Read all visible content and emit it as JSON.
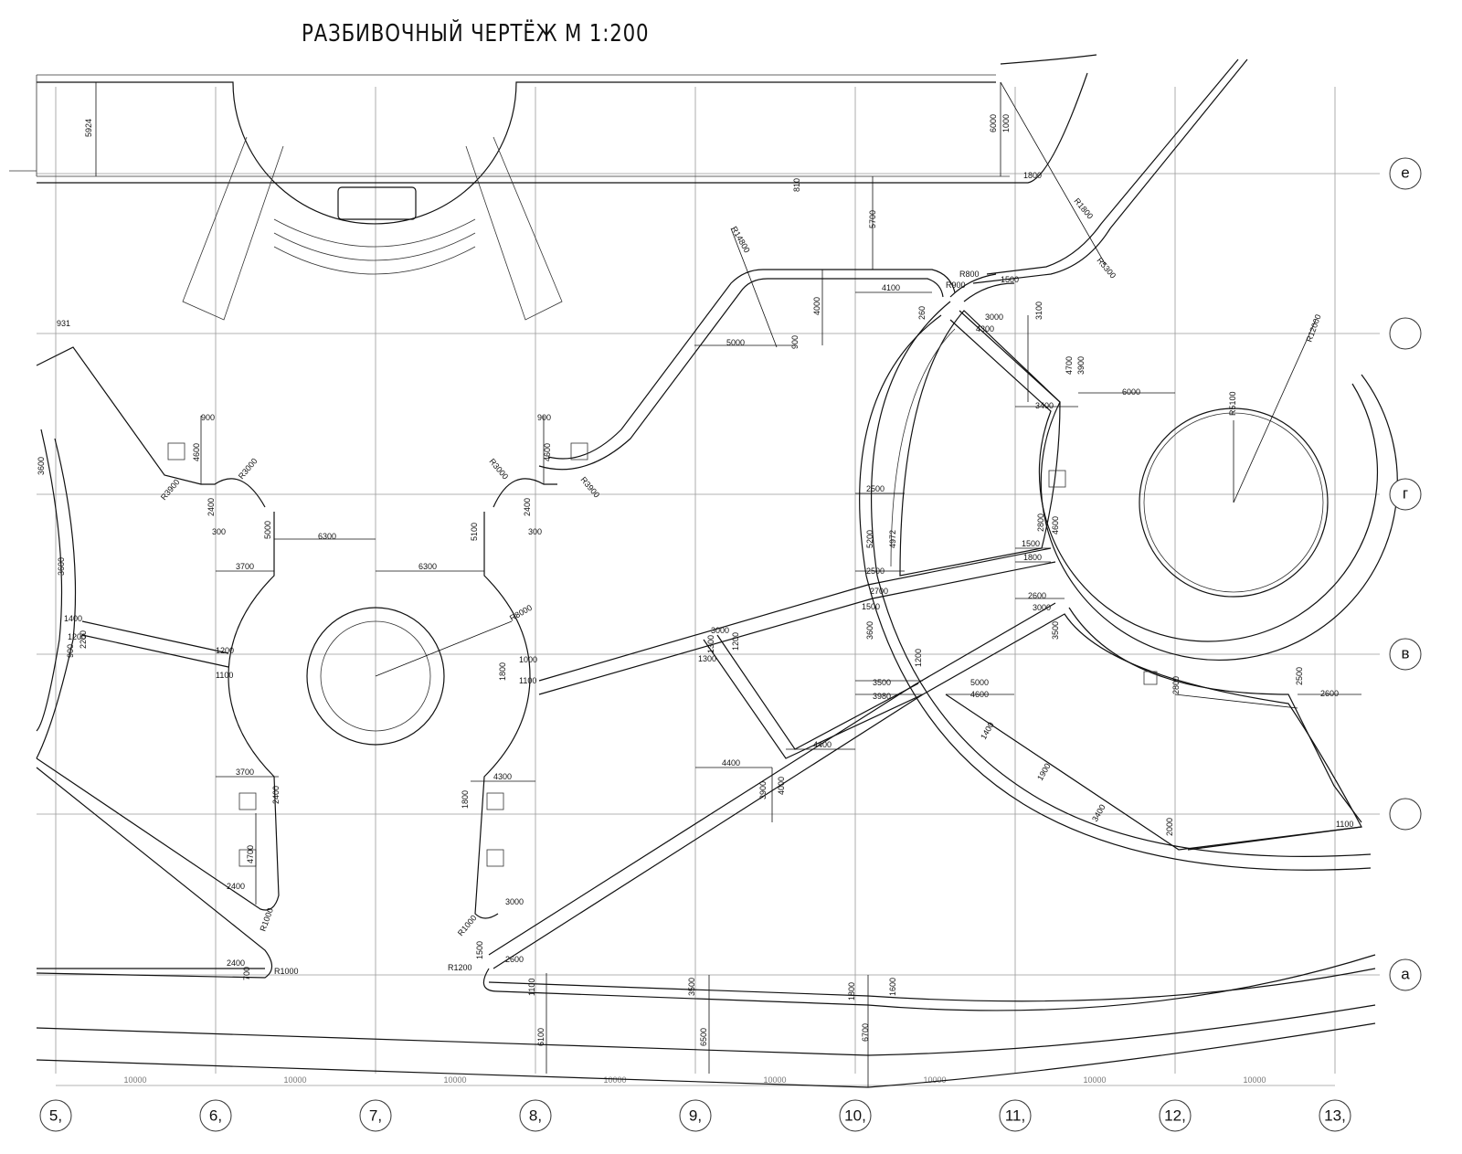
{
  "title": "РАЗБИВОЧНЫЙ ЧЕРТЁЖ М 1:200",
  "column_axes": [
    "5,",
    "6,",
    "7,",
    "8,",
    "9,",
    "10,",
    "11,",
    "12,",
    "13,"
  ],
  "row_axes": [
    "е",
    "",
    "г",
    "в",
    "",
    "а"
  ],
  "span_label": "10000",
  "dimensions": [
    {
      "id": "d5924",
      "text": "5924"
    },
    {
      "id": "d810",
      "text": "810"
    },
    {
      "id": "d5700",
      "text": "5700"
    },
    {
      "id": "d6000",
      "text": "6000"
    },
    {
      "id": "d1000",
      "text": "1000"
    },
    {
      "id": "d1800a",
      "text": "1800"
    },
    {
      "id": "dR1800",
      "text": "R1800"
    },
    {
      "id": "dR5300",
      "text": "R5300"
    },
    {
      "id": "dR14800",
      "text": "R14800"
    },
    {
      "id": "d4100",
      "text": "4100"
    },
    {
      "id": "d4000",
      "text": "4000"
    },
    {
      "id": "dR900",
      "text": "R900"
    },
    {
      "id": "dR800",
      "text": "R800"
    },
    {
      "id": "d1500a",
      "text": "1500"
    },
    {
      "id": "d3000a",
      "text": "3000"
    },
    {
      "id": "d4300a",
      "text": "4300"
    },
    {
      "id": "d3100",
      "text": "3100"
    },
    {
      "id": "d5000a",
      "text": "5000"
    },
    {
      "id": "d900a",
      "text": "900"
    },
    {
      "id": "d260",
      "text": "260"
    },
    {
      "id": "dR12000",
      "text": "R12000"
    },
    {
      "id": "d6000b",
      "text": "6000"
    },
    {
      "id": "d3400",
      "text": "3400"
    },
    {
      "id": "d4700",
      "text": "4700"
    },
    {
      "id": "d3900",
      "text": "3900"
    },
    {
      "id": "dR5100",
      "text": "R5100"
    },
    {
      "id": "d931",
      "text": "931"
    },
    {
      "id": "d900b",
      "text": "900"
    },
    {
      "id": "d4600a",
      "text": "4600"
    },
    {
      "id": "dR3900a",
      "text": "R3900"
    },
    {
      "id": "dR3000a",
      "text": "R3000"
    },
    {
      "id": "d2400a",
      "text": "2400"
    },
    {
      "id": "d300a",
      "text": "300"
    },
    {
      "id": "d5000b",
      "text": "5000"
    },
    {
      "id": "d6300a",
      "text": "6300"
    },
    {
      "id": "d3700a",
      "text": "3700"
    },
    {
      "id": "d6300b",
      "text": "6300"
    },
    {
      "id": "d900c",
      "text": "900"
    },
    {
      "id": "d4600b",
      "text": "4600"
    },
    {
      "id": "dR3000b",
      "text": "R3000"
    },
    {
      "id": "dR3900b",
      "text": "R3900"
    },
    {
      "id": "d2400b",
      "text": "2400"
    },
    {
      "id": "d300b",
      "text": "300"
    },
    {
      "id": "d5100",
      "text": "5100"
    },
    {
      "id": "dR8000",
      "text": "R8000"
    },
    {
      "id": "d3600",
      "text": "3600"
    },
    {
      "id": "d1200a",
      "text": "1200"
    },
    {
      "id": "d1100a",
      "text": "1100"
    },
    {
      "id": "d1800b",
      "text": "1800"
    },
    {
      "id": "d1100b",
      "text": "1100"
    },
    {
      "id": "d1000b",
      "text": "1000"
    },
    {
      "id": "d3000b",
      "text": "3000"
    },
    {
      "id": "d1300a",
      "text": "1300"
    },
    {
      "id": "d1300b",
      "text": "1300"
    },
    {
      "id": "d1200b",
      "text": "1200"
    },
    {
      "id": "d4400a",
      "text": "4400"
    },
    {
      "id": "d4400b",
      "text": "4400"
    },
    {
      "id": "d3900b",
      "text": "3900"
    },
    {
      "id": "d4000b",
      "text": "4000"
    },
    {
      "id": "d2500a",
      "text": "2500"
    },
    {
      "id": "d5200",
      "text": "5200"
    },
    {
      "id": "d4972",
      "text": "4972"
    },
    {
      "id": "d2500b",
      "text": "2500"
    },
    {
      "id": "d2700",
      "text": "2700"
    },
    {
      "id": "d1500b",
      "text": "1500"
    },
    {
      "id": "d3600b",
      "text": "3600"
    },
    {
      "id": "d3500a",
      "text": "3500"
    },
    {
      "id": "d3980",
      "text": "3980"
    },
    {
      "id": "d1500c",
      "text": "1500"
    },
    {
      "id": "d1800c",
      "text": "1800"
    },
    {
      "id": "d2800a",
      "text": "2800"
    },
    {
      "id": "d4600c",
      "text": "4600"
    },
    {
      "id": "d2600a",
      "text": "2600"
    },
    {
      "id": "d3000c",
      "text": "3000"
    },
    {
      "id": "d3500b",
      "text": "3500"
    },
    {
      "id": "d5000c",
      "text": "5000"
    },
    {
      "id": "d4600d",
      "text": "4600"
    },
    {
      "id": "d2800b",
      "text": "2800"
    },
    {
      "id": "d2500c",
      "text": "2500"
    },
    {
      "id": "d2600b",
      "text": "2600"
    },
    {
      "id": "d3700b",
      "text": "3700"
    },
    {
      "id": "d2400c",
      "text": "2400"
    },
    {
      "id": "d4300b",
      "text": "4300"
    },
    {
      "id": "d1800d",
      "text": "1800"
    },
    {
      "id": "d4700b",
      "text": "4700"
    },
    {
      "id": "d2400d",
      "text": "2400"
    },
    {
      "id": "dR1000a",
      "text": "R1000"
    },
    {
      "id": "d3000d",
      "text": "3000"
    },
    {
      "id": "dR1000b",
      "text": "R1000"
    },
    {
      "id": "d1500d",
      "text": "1500"
    },
    {
      "id": "d2400e",
      "text": "2400"
    },
    {
      "id": "d700",
      "text": "700"
    },
    {
      "id": "dR1000c",
      "text": "R1000"
    },
    {
      "id": "d2600c",
      "text": "2600"
    },
    {
      "id": "dR1200",
      "text": "R1200"
    },
    {
      "id": "d1100c",
      "text": "1100"
    },
    {
      "id": "d6100",
      "text": "6100"
    },
    {
      "id": "d3500c",
      "text": "3500"
    },
    {
      "id": "d6500",
      "text": "6500"
    },
    {
      "id": "d1800e",
      "text": "1800"
    },
    {
      "id": "d1600",
      "text": "1600"
    },
    {
      "id": "d6700",
      "text": "6700"
    },
    {
      "id": "d2000",
      "text": "2000"
    },
    {
      "id": "d1100d",
      "text": "1100"
    },
    {
      "id": "d1400",
      "text": "1400"
    },
    {
      "id": "d1900",
      "text": "1900"
    },
    {
      "id": "d3400b",
      "text": "3400"
    },
    {
      "id": "d1200c",
      "text": "1200"
    },
    {
      "id": "d900d",
      "text": "900"
    },
    {
      "id": "d3600c",
      "text": "3600"
    },
    {
      "id": "d1400b",
      "text": "1400"
    },
    {
      "id": "d1200d",
      "text": "1200"
    },
    {
      "id": "d2200",
      "text": "2200"
    }
  ]
}
